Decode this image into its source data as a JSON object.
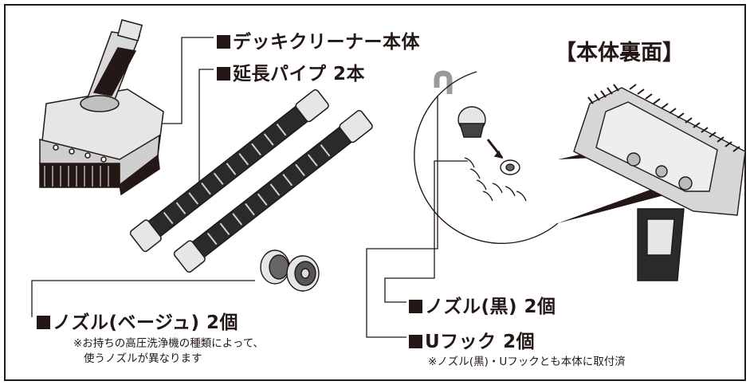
{
  "title": "【本体裏面】",
  "items": [
    {
      "label": "デッキクリーナー本体"
    },
    {
      "label": "延長パイプ 2本"
    },
    {
      "label": "ノズル(ベージュ) 2個"
    },
    {
      "label": "ノズル(黒) 2個"
    },
    {
      "label": "Uフック 2個"
    }
  ],
  "notes": {
    "beige_line1": "※お持ちの高圧洗浄機の種類によって、",
    "beige_line2": "使うノズルが異なります",
    "hook": "※ノズル(黒)・Uフックとも本体に取付済"
  }
}
